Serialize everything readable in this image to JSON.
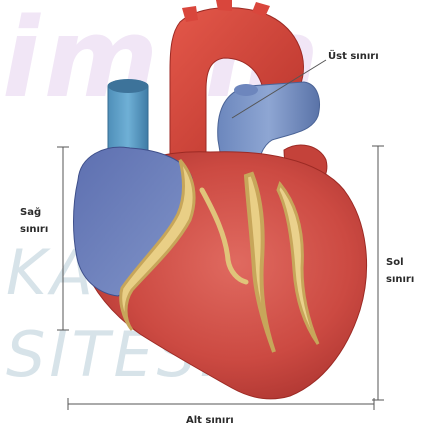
{
  "watermark": {
    "top": "im  m",
    "line1": "KAYNAK  E",
    "line2": "SITESI"
  },
  "labels": {
    "top": "Üst sınırı",
    "right_1": "Sağ",
    "right_2": "sınırı",
    "left_1": "Sol",
    "left_2": "sınırı",
    "bottom": "Alt sınırı"
  }
}
